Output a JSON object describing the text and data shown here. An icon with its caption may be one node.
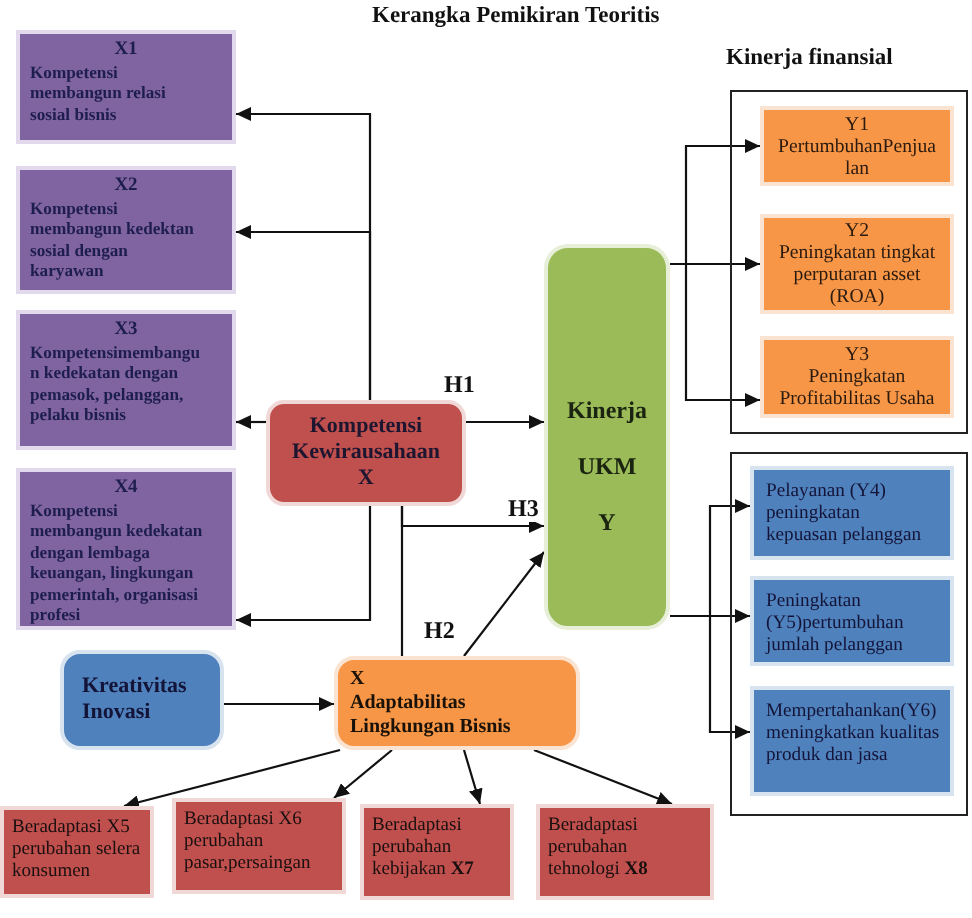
{
  "diagram": {
    "title": "Kerangka Pemikiran Teoritis",
    "nodes": [
      {
        "text": [
          "X1",
          "Kompetensi membangun relasi sosial bisnis"
        ]
      },
      {
        "text": [
          "X2",
          "Kompetensi membangun kedektan sosial dengan karyawan"
        ]
      },
      {
        "text": [
          "X3",
          "Kompetensimembangun kedekatan dengan pemasok, pelanggan, pelaku bisnis"
        ]
      },
      {
        "text": [
          "X4",
          "Kompetensi membangun kedekatan dengan lembaga keuangan, lingkungan pemerintah, organisasi profesi"
        ]
      },
      {
        "text": [
          "Kompetensi Kewirausahaan X"
        ]
      },
      {
        "text": [
          "Kinerja",
          "UKM",
          "Y"
        ]
      },
      {
        "text": [
          "Kinerja finansial"
        ]
      },
      {
        "text": [
          "Y1",
          "PertumbuhanPenjualan"
        ],
        "in": 6
      },
      {
        "text": [
          "Y2",
          "Peningkatan tingkat perputaran asset (ROA)"
        ],
        "in": 6
      },
      {
        "text": [
          "Y3",
          "Peningkatan Profitabilitas Usaha"
        ],
        "in": 6
      },
      {
        "text": [],
        "shape": "box"
      },
      {
        "text": [
          "Pelayanan (Y4) peningkatan kepuasan pelanggan"
        ],
        "in": 10
      },
      {
        "text": [
          "Peningkatan (Y5)pertumbuhan jumlah pelanggan"
        ],
        "in": 10
      },
      {
        "text": [
          "Mempertahankan(Y6) meningkatkan kualitas produk dan jasa"
        ],
        "in": 10
      },
      {
        "text": [
          "Kreativitas Inovasi"
        ]
      },
      {
        "text": [
          "X",
          "Adaptabilitas Lingkungan Bisnis"
        ]
      },
      {
        "text": [
          "Beradaptasi X5 perubahan selera konsumen"
        ]
      },
      {
        "text": [
          "Beradaptasi X6 perubahan pasar,persaingan"
        ]
      },
      {
        "text": [
          "Beradaptasi perubahan kebijakan **X7**"
        ]
      },
      {
        "text": [
          "Beradaptasi perubahan tehnologi **X8**"
        ]
      }
    ],
    "edges": [
      {
        "from": 4,
        "to": 0,
        "arrow": "to"
      },
      {
        "from": 4,
        "to": 1,
        "arrow": "to"
      },
      {
        "from": 4,
        "to": 2,
        "arrow": "to"
      },
      {
        "from": 4,
        "to": 3,
        "arrow": "to"
      },
      {
        "from": 4,
        "to": 5,
        "arrow": "to",
        "label": "H1"
      },
      {
        "from": 4,
        "to": 15,
        "arrow": "none"
      },
      {
        "from": 4,
        "to": 5,
        "arrow": "to",
        "label": "H3"
      },
      {
        "from": 15,
        "to": 5,
        "arrow": "to",
        "label": "H2"
      },
      {
        "from": 5,
        "to": 7,
        "arrow": "to"
      },
      {
        "from": 5,
        "to": 8,
        "arrow": "to"
      },
      {
        "from": 5,
        "to": 9,
        "arrow": "to"
      },
      {
        "from": 5,
        "to": 11,
        "arrow": "to"
      },
      {
        "from": 5,
        "to": 12,
        "arrow": "to"
      },
      {
        "from": 5,
        "to": 13,
        "arrow": "to"
      },
      {
        "from": 14,
        "to": 15,
        "arrow": "to"
      },
      {
        "from": 15,
        "to": 16,
        "arrow": "to"
      },
      {
        "from": 15,
        "to": 17,
        "arrow": "to"
      },
      {
        "from": 15,
        "to": 18,
        "arrow": "to"
      },
      {
        "from": 15,
        "to": 19,
        "arrow": "to"
      }
    ]
  }
}
